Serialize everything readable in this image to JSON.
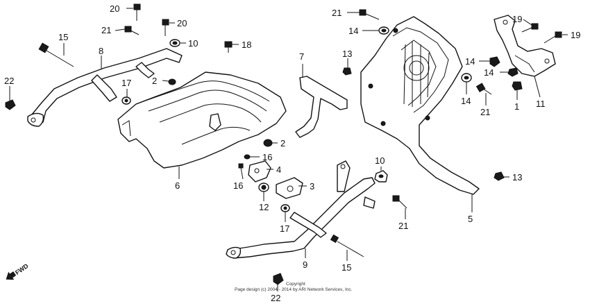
{
  "diagram": {
    "callouts": [
      {
        "id": "c20a",
        "label": "20"
      },
      {
        "id": "c20b",
        "label": "20"
      },
      {
        "id": "c21a",
        "label": "21"
      },
      {
        "id": "c15a",
        "label": "15"
      },
      {
        "id": "c8",
        "label": "8"
      },
      {
        "id": "c10a",
        "label": "10"
      },
      {
        "id": "c18",
        "label": "18"
      },
      {
        "id": "c22a",
        "label": "22"
      },
      {
        "id": "c2a",
        "label": "2"
      },
      {
        "id": "c17a",
        "label": "17"
      },
      {
        "id": "c7",
        "label": "7"
      },
      {
        "id": "c13a",
        "label": "13"
      },
      {
        "id": "c21b",
        "label": "21"
      },
      {
        "id": "c14a",
        "label": "14"
      },
      {
        "id": "c19a",
        "label": "19"
      },
      {
        "id": "c19b",
        "label": "19"
      },
      {
        "id": "c14b",
        "label": "14"
      },
      {
        "id": "c14c",
        "label": "14"
      },
      {
        "id": "c14d",
        "label": "14"
      },
      {
        "id": "c21c",
        "label": "21"
      },
      {
        "id": "c1",
        "label": "1"
      },
      {
        "id": "c11",
        "label": "11"
      },
      {
        "id": "c2b",
        "label": "2"
      },
      {
        "id": "c16a",
        "label": "16"
      },
      {
        "id": "c4",
        "label": "4"
      },
      {
        "id": "c16b",
        "label": "16"
      },
      {
        "id": "c6",
        "label": "6"
      },
      {
        "id": "c3",
        "label": "3"
      },
      {
        "id": "c12",
        "label": "12"
      },
      {
        "id": "c10b",
        "label": "10"
      },
      {
        "id": "c13b",
        "label": "13"
      },
      {
        "id": "c21d",
        "label": "21"
      },
      {
        "id": "c17b",
        "label": "17"
      },
      {
        "id": "c5",
        "label": "5"
      },
      {
        "id": "c9",
        "label": "9"
      },
      {
        "id": "c15b",
        "label": "15"
      },
      {
        "id": "c22b",
        "label": "22"
      }
    ],
    "direction_label": "FWD",
    "copyright_line1": "Copyright",
    "copyright_line2": "Page design (c) 2004 - 2014 by ARI Network Services, Inc."
  }
}
